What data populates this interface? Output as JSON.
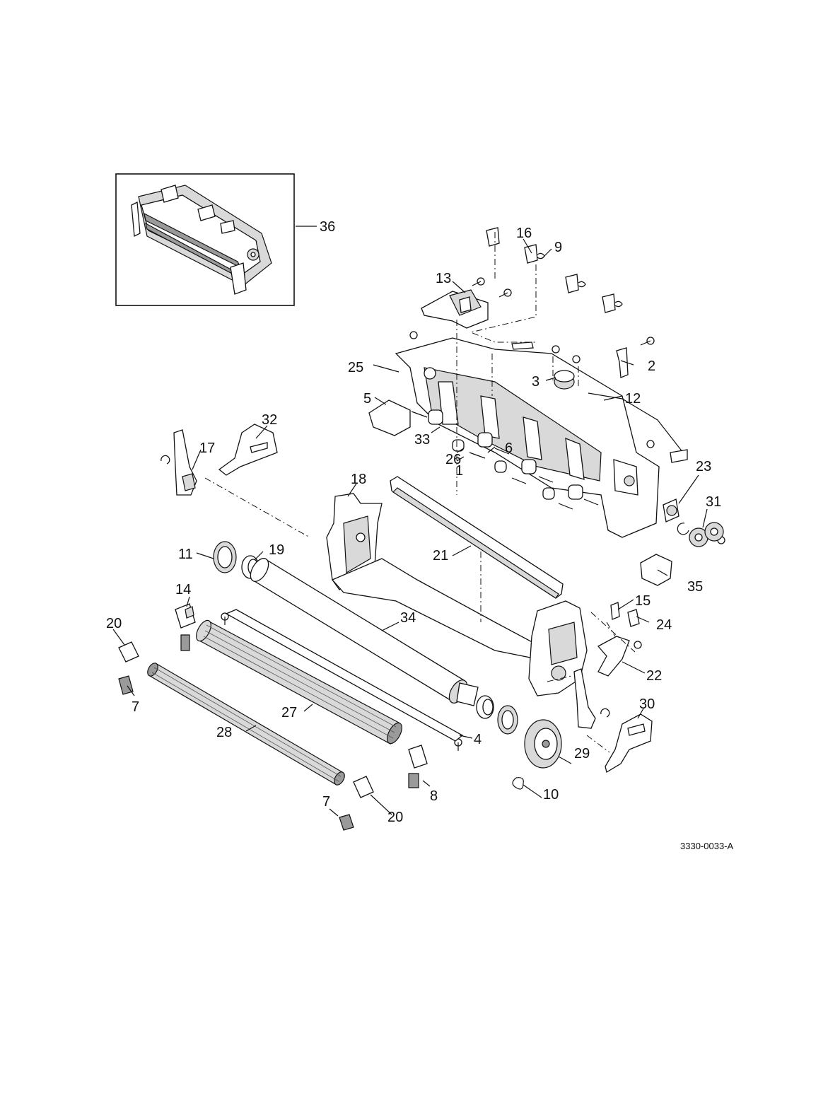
{
  "document_id": "3330-0033-A",
  "callouts": [
    "1",
    "2",
    "3",
    "4",
    "5",
    "6",
    "7",
    "7",
    "8",
    "9",
    "10",
    "11",
    "12",
    "13",
    "14",
    "15",
    "16",
    "17",
    "18",
    "19",
    "20",
    "20",
    "21",
    "22",
    "23",
    "24",
    "25",
    "26",
    "27",
    "28",
    "29",
    "30",
    "31",
    "32",
    "33",
    "34",
    "35",
    "36"
  ]
}
